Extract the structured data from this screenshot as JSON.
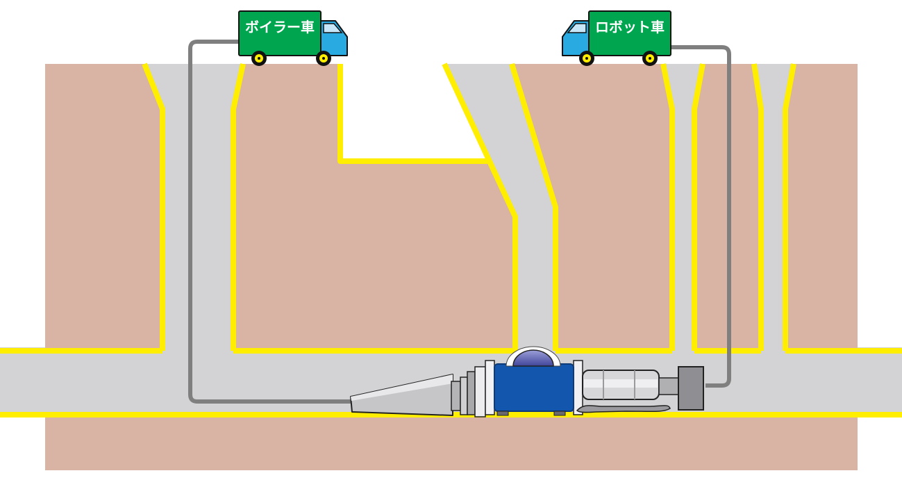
{
  "vehicles": {
    "boiler_truck": {
      "label": "ボイラー車"
    },
    "robot_truck": {
      "label": "ロボット車"
    }
  },
  "colors": {
    "soil": "#d9b3a3",
    "excavation_gray": "#d3d3d5",
    "pipe_outline_yellow": "#ffee00",
    "hose_gray": "#7f7f7f",
    "truck_body_green": "#00a54f",
    "truck_cab_blue": "#29abe2",
    "truck_window_blue": "#c7e7f8",
    "wheel_hub_yellow": "#ffee00",
    "robot_body_blue": "#1356ad",
    "dome_purple_dark": "#41459a",
    "dome_purple_light": "#9b9fd8",
    "metal_light": "#d7d7d9",
    "metal_dark": "#8f8f93"
  },
  "components": [
    "boiler-truck",
    "robot-truck",
    "boiler-hose",
    "robot-cable",
    "manhole-shaft-left",
    "access-pit",
    "inclined-shaft",
    "manhole-shaft-right-1",
    "manhole-shaft-right-2",
    "sewer-pipe",
    "lining-robot",
    "spray-nozzle",
    "camera-dome",
    "motor-unit",
    "sled"
  ]
}
